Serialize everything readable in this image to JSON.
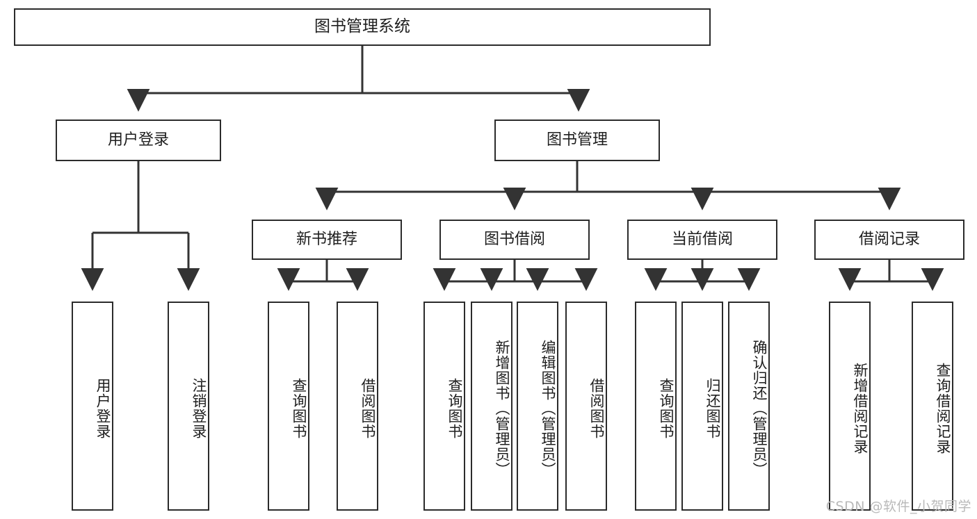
{
  "diagram": {
    "title": "图书管理系统",
    "type": "tree",
    "watermark": "CSDN @软件_小贺同学",
    "colors": {
      "box_border": "#2b2b2b",
      "box_fill": "#ffffff",
      "connector": "#333333",
      "text": "#1e1e1e",
      "watermark": "#b9b9b9"
    },
    "root": {
      "id": "root",
      "label": "图书管理系统"
    },
    "level2": [
      {
        "id": "user-login",
        "label": "用户登录"
      },
      {
        "id": "book-manage",
        "label": "图书管理"
      }
    ],
    "level3": [
      {
        "id": "new-book-rec",
        "label": "新书推荐",
        "parent": "book-manage"
      },
      {
        "id": "book-borrow",
        "label": "图书借阅",
        "parent": "book-manage"
      },
      {
        "id": "current-borrow",
        "label": "当前借阅",
        "parent": "book-manage"
      },
      {
        "id": "borrow-record",
        "label": "借阅记录",
        "parent": "book-manage"
      }
    ],
    "leaves": [
      {
        "id": "leaf-user-login",
        "label": "用户登录",
        "parent": "user-login"
      },
      {
        "id": "leaf-user-logout",
        "label": "注销登录",
        "parent": "user-login"
      },
      {
        "id": "leaf-query-book-1",
        "label": "查询图书",
        "parent": "new-book-rec"
      },
      {
        "id": "leaf-borrow-book-1",
        "label": "借阅图书",
        "parent": "new-book-rec"
      },
      {
        "id": "leaf-query-book-2",
        "label": "查询图书",
        "parent": "book-borrow"
      },
      {
        "id": "leaf-add-book",
        "label": "新增图书（管理员）",
        "parent": "book-borrow"
      },
      {
        "id": "leaf-edit-book",
        "label": "编辑图书（管理员）",
        "parent": "book-borrow"
      },
      {
        "id": "leaf-borrow-book-2",
        "label": "借阅图书",
        "parent": "book-borrow"
      },
      {
        "id": "leaf-query-book-3",
        "label": "查询图书",
        "parent": "current-borrow"
      },
      {
        "id": "leaf-return-book",
        "label": "归还图书",
        "parent": "current-borrow"
      },
      {
        "id": "leaf-confirm-return",
        "label": "确认归还（管理员）",
        "parent": "current-borrow"
      },
      {
        "id": "leaf-add-record",
        "label": "新增借阅记录",
        "parent": "borrow-record"
      },
      {
        "id": "leaf-query-record",
        "label": "查询借阅记录",
        "parent": "borrow-record"
      }
    ]
  }
}
